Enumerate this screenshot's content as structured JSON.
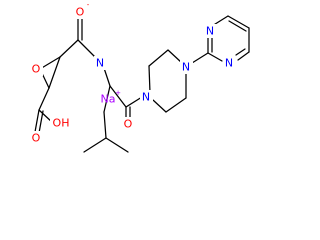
{
  "colors": {
    "background": "#ffffff",
    "bond": "#000000",
    "oxygen": "#ff0000",
    "nitrogen": "#0000ff",
    "sodium": "#aa00ff",
    "carbon_label": "#000000"
  },
  "atoms": {
    "o_epoxide": "O",
    "o_carbonyl_top": "O",
    "o_acid_hydroxyl": "OH",
    "o_acid_carbonyl": "O",
    "o_amide_carbonyl": "O",
    "n_amide": "N",
    "n_piperazine_top": "N",
    "n_piperazine_bottom": "N",
    "n_pyrimidine_left": "N",
    "n_pyrimidine_right": "N",
    "na": "Na"
  },
  "charges": {
    "o_carbonyl_top": "-",
    "na": "+"
  }
}
